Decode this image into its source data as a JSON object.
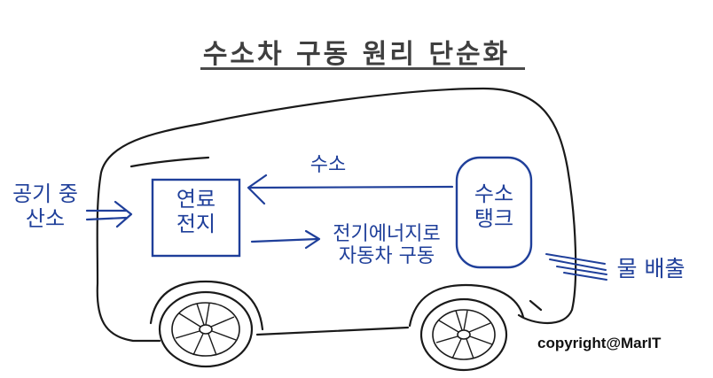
{
  "title": "수소차 구동 원리 단순화",
  "labels": {
    "air_oxygen": "공기 중\n산소",
    "fuel_cell": "연료\n전지",
    "hydrogen_tank": "수소\n탱크",
    "hydrogen_flow": "수소",
    "electric_energy": "전기에너지로\n자동차 구동",
    "water_out": "물 배출"
  },
  "copyright": "copyright@MarIT",
  "colors": {
    "ink_blue": "#1f3f9a",
    "ink_black": "#1a1a1a",
    "title_gray": "#3f3f3f"
  }
}
